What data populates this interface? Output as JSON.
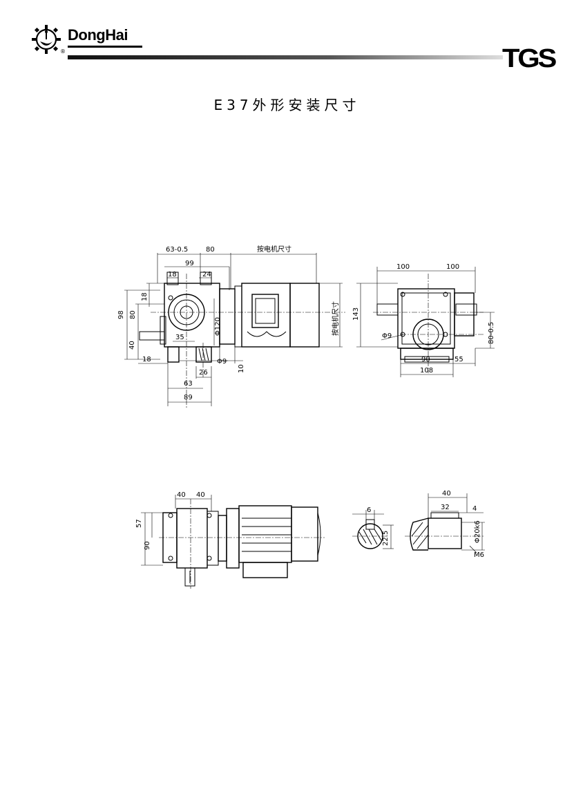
{
  "header": {
    "brand": "DongHai",
    "reg_mark": "®",
    "right_logo": "TGS",
    "logo_icon": "gear-logo-icon"
  },
  "title": "E37外形安装尺寸",
  "views": {
    "front": {
      "dims": {
        "top_a": "63-0.5",
        "top_b": "80",
        "motor_len": "按电机尺寸",
        "w99": "99",
        "w18": "18",
        "w24": "24",
        "h18": "18",
        "h80": "80",
        "h98": "98",
        "h40": "40",
        "d120": "Φ120",
        "w35": "35",
        "w18b": "18",
        "phi9": "Φ9",
        "h10": "10",
        "w26": "26",
        "w63": "63",
        "w89": "89",
        "motor_side": "按电机尺寸"
      }
    },
    "side": {
      "dims": {
        "w100a": "100",
        "w100b": "100",
        "h143": "143",
        "h80": "80-0.5",
        "phi9": "Φ9",
        "w90": "90",
        "w55": "55",
        "w108": "108"
      }
    },
    "top": {
      "dims": {
        "w40a": "40",
        "w40b": "40",
        "h57": "57",
        "h90": "90"
      }
    },
    "shaft": {
      "dims": {
        "key6": "6",
        "h22_5": "22.5",
        "w40": "40",
        "w32": "32",
        "w4": "4",
        "d20": "Φ20k6",
        "m6": "M6"
      }
    }
  }
}
